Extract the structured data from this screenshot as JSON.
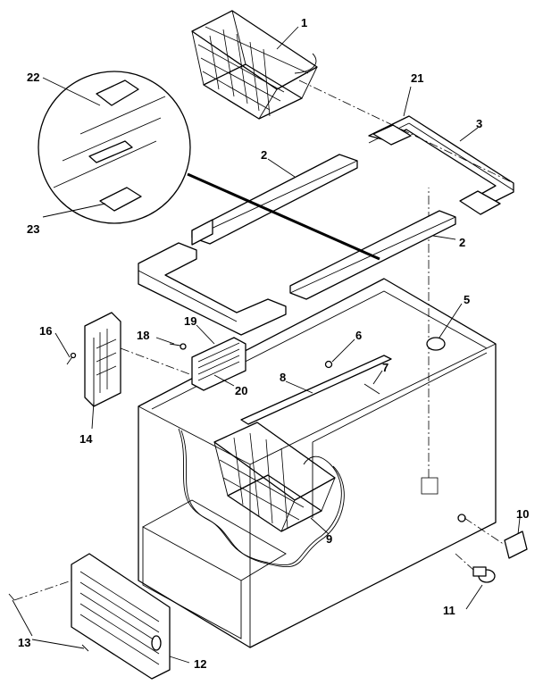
{
  "callouts": [
    {
      "id": "c1",
      "label": "1"
    },
    {
      "id": "c2a",
      "label": "2"
    },
    {
      "id": "c2b",
      "label": "2"
    },
    {
      "id": "c3",
      "label": "3"
    },
    {
      "id": "c5",
      "label": "5"
    },
    {
      "id": "c6",
      "label": "6"
    },
    {
      "id": "c7",
      "label": "7"
    },
    {
      "id": "c8",
      "label": "8"
    },
    {
      "id": "c9",
      "label": "9"
    },
    {
      "id": "c10",
      "label": "10"
    },
    {
      "id": "c11",
      "label": "11"
    },
    {
      "id": "c12",
      "label": "12"
    },
    {
      "id": "c13",
      "label": "13"
    },
    {
      "id": "c14",
      "label": "14"
    },
    {
      "id": "c16",
      "label": "16"
    },
    {
      "id": "c18",
      "label": "18"
    },
    {
      "id": "c19",
      "label": "19"
    },
    {
      "id": "c20",
      "label": "20"
    },
    {
      "id": "c21",
      "label": "21"
    },
    {
      "id": "c22",
      "label": "22"
    },
    {
      "id": "c23",
      "label": "23"
    }
  ]
}
